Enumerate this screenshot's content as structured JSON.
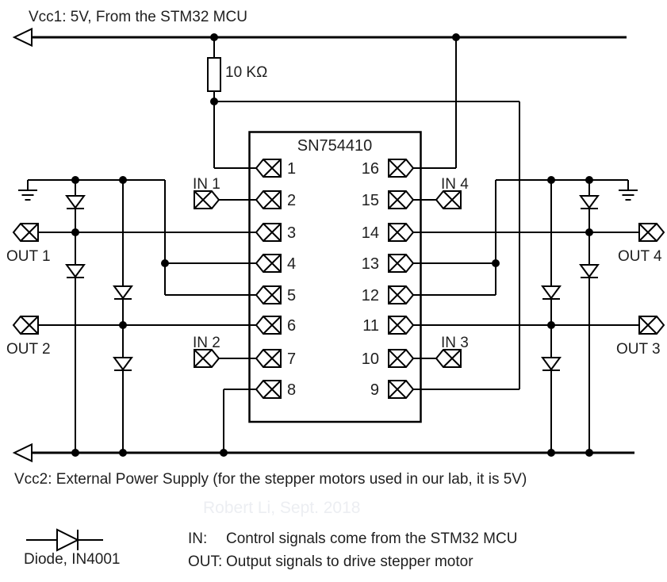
{
  "colors": {
    "wire": "#000000",
    "text": "#1f1f1f",
    "watermark": "#eceef2",
    "background": "#ffffff"
  },
  "power_rails": {
    "vcc1_label": "Vcc1: 5V, From the STM32 MCU",
    "vcc2_label": "Vcc2: External Power Supply (for the stepper motors used in our lab, it is 5V)"
  },
  "resistor": {
    "label": "10 KΩ"
  },
  "chip": {
    "name": "SN754410",
    "left_pins": [
      "1",
      "2",
      "3",
      "4",
      "5",
      "6",
      "7",
      "8"
    ],
    "right_pins": [
      "16",
      "15",
      "14",
      "13",
      "12",
      "11",
      "10",
      "9"
    ]
  },
  "connectors": {
    "in1": "IN 1",
    "in2": "IN 2",
    "in3": "IN 3",
    "in4": "IN 4",
    "out1": "OUT 1",
    "out2": "OUT 2",
    "out3": "OUT 3",
    "out4": "OUT 4"
  },
  "watermark": "Robert Li, Sept. 2018",
  "legend": {
    "diode_label": "Diode, IN4001",
    "in_term": "IN:",
    "in_description": "Control signals come from the STM32 MCU",
    "out_term": "OUT:",
    "out_description": "Output signals to drive stepper motor"
  }
}
